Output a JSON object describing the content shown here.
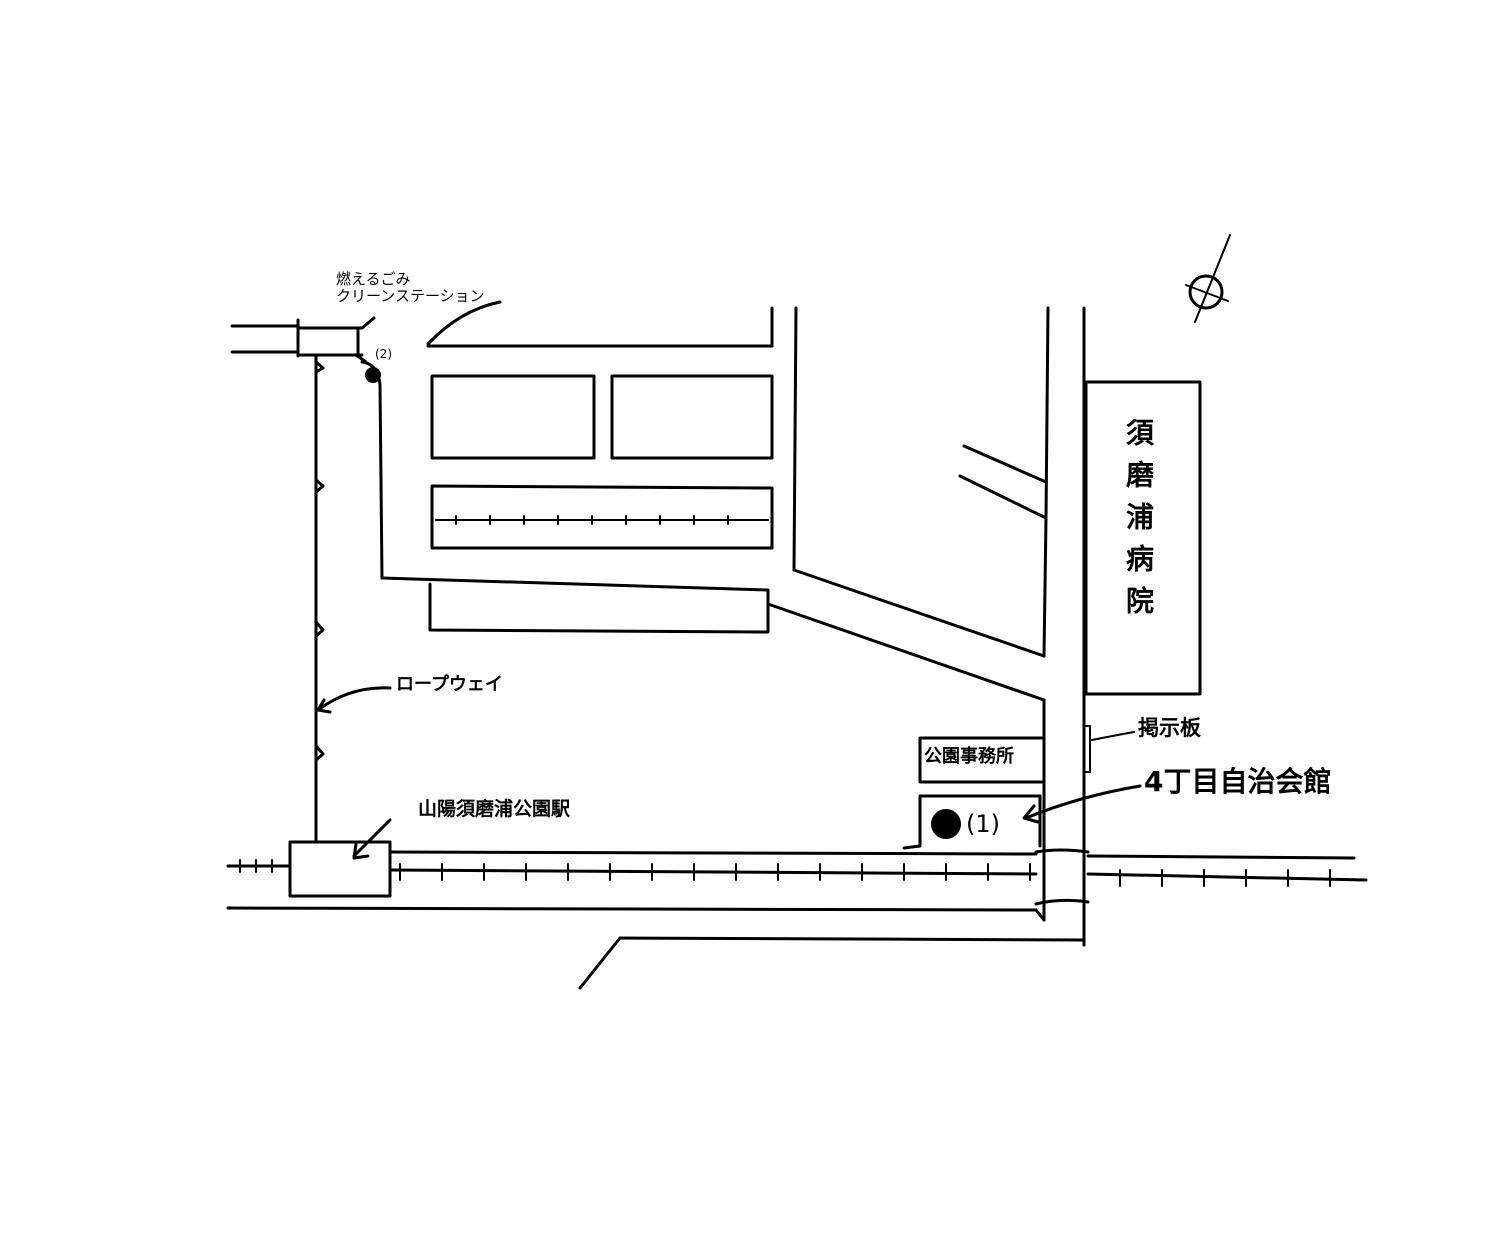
{
  "map": {
    "labels": {
      "burnable_garbage": "燃えるごみ",
      "clean_station": "クリーンステーション",
      "marker_2": "(2)",
      "marker_1": "(1)",
      "ropeway": "ロープウェイ",
      "station": "山陽須磨浦公園駅",
      "hospital": "須磨浦病院",
      "bulletin_board": "掲示板",
      "park_office": "公園事務所",
      "community_hall": "4丁目自治会館"
    },
    "icons": [
      "compass-north-icon",
      "location-dot-icon",
      "leader-arrow-icon"
    ],
    "colors": {
      "ink": "#000000",
      "paper": "#ffffff"
    }
  }
}
